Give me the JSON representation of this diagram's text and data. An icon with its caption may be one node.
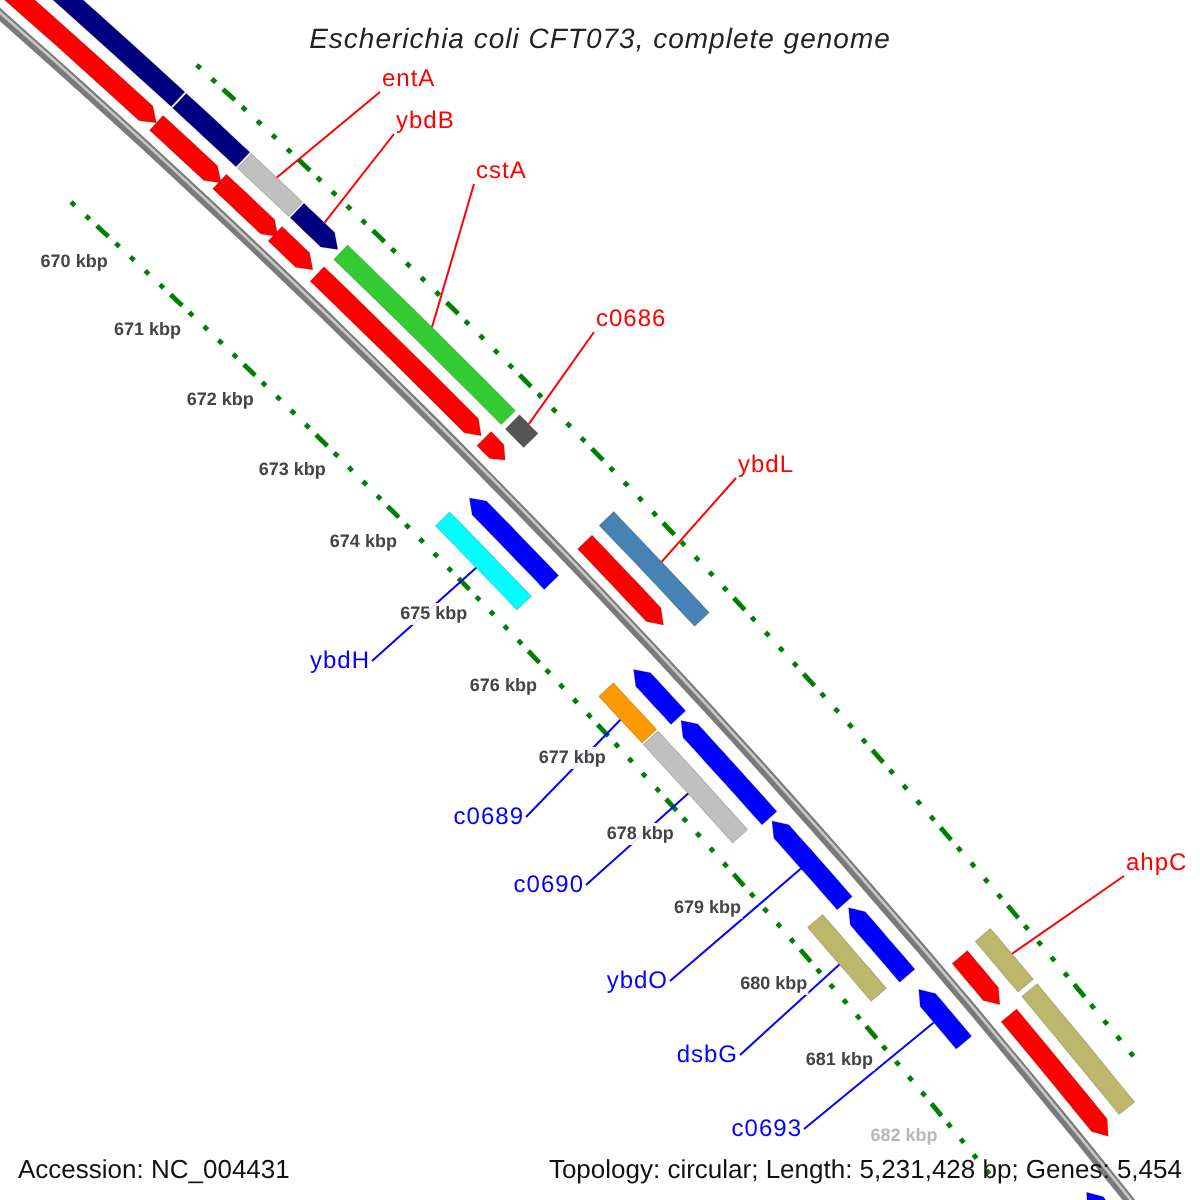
{
  "diagram": {
    "title": "Escherichia coli CFT073, complete genome",
    "nodes": [
      {
        "text": [
          "entA"
        ]
      },
      {
        "text": [],
        "shape": "bar"
      },
      {
        "text": [
          "ybdB"
        ]
      },
      {
        "text": [],
        "shape": "bar"
      },
      {
        "text": [
          "cstA"
        ]
      },
      {
        "text": [],
        "shape": "bar"
      },
      {
        "text": [
          "c0686"
        ]
      },
      {
        "text": [],
        "shape": "bar"
      },
      {
        "text": [
          "ybdL"
        ]
      },
      {
        "text": [],
        "shape": "bar"
      },
      {
        "text": [
          "ybdH"
        ]
      },
      {
        "text": [],
        "shape": "bar"
      },
      {
        "text": [
          "c0689"
        ]
      },
      {
        "text": [],
        "shape": "bar"
      },
      {
        "text": [
          "ahpC"
        ]
      },
      {
        "text": [],
        "shape": "bar"
      },
      {
        "text": [
          "c0690"
        ]
      },
      {
        "text": [],
        "shape": "bar"
      },
      {
        "text": [
          "ybdO"
        ]
      },
      {
        "text": [],
        "shape": "bar"
      },
      {
        "text": [
          "dsbG"
        ]
      },
      {
        "text": [],
        "shape": "bar"
      },
      {
        "text": [
          "c0693"
        ]
      },
      {
        "text": [],
        "shape": "bar"
      },
      {
        "text": [],
        "shape": "bar"
      },
      {
        "text": [],
        "shape": "bar"
      },
      {
        "text": [],
        "shape": "bar"
      },
      {
        "text": [],
        "shape": "bar"
      },
      {
        "text": [],
        "shape": "bar"
      },
      {
        "text": [],
        "shape": "bar"
      },
      {
        "text": [],
        "shape": "bar"
      },
      {
        "text": [],
        "shape": "bar"
      },
      {
        "text": [],
        "shape": "bar"
      },
      {
        "text": [],
        "shape": "bar"
      },
      {
        "text": [],
        "shape": "bar"
      },
      {
        "text": [],
        "shape": "bar"
      },
      {
        "text": [],
        "shape": "bar"
      },
      {
        "text": [],
        "shape": "bar"
      },
      {
        "text": [],
        "shape": "bar"
      },
      {
        "text": [],
        "shape": "bar"
      },
      {
        "text": [],
        "shape": "bar"
      }
    ],
    "edges": [
      {
        "from": 0,
        "to": 1,
        "arrow": "none",
        "color": "#ff0000"
      },
      {
        "from": 2,
        "to": 3,
        "arrow": "none",
        "color": "#ff0000"
      },
      {
        "from": 4,
        "to": 5,
        "arrow": "none",
        "color": "#ff0000"
      },
      {
        "from": 6,
        "to": 7,
        "arrow": "none",
        "color": "#ff0000"
      },
      {
        "from": 8,
        "to": 9,
        "arrow": "none",
        "color": "#ff0000"
      },
      {
        "from": 10,
        "to": 11,
        "arrow": "none",
        "color": "#0000ff"
      },
      {
        "from": 12,
        "to": 13,
        "arrow": "none",
        "color": "#0000ff"
      },
      {
        "from": 14,
        "to": 15,
        "arrow": "none",
        "color": "#ff0000"
      },
      {
        "from": 16,
        "to": 17,
        "arrow": "none",
        "color": "#0000ff"
      },
      {
        "from": 18,
        "to": 19,
        "arrow": "none",
        "color": "#0000ff"
      },
      {
        "from": 20,
        "to": 21,
        "arrow": "none",
        "color": "#0000ff"
      },
      {
        "from": 22,
        "to": 23,
        "arrow": "none",
        "color": "#0000ff"
      }
    ],
    "labels": [
      "670 kbp",
      "671 kbp",
      "672 kbp",
      "673 kbp",
      "674 kbp",
      "675 kbp",
      "676 kbp",
      "677 kbp",
      "678 kbp",
      "679 kbp",
      "680 kbp",
      "681 kbp",
      "682 kbp",
      "Accession: NC_004431",
      "Topology: circular; Length: 5,231,428 bp; Genes: 5,454"
    ]
  }
}
